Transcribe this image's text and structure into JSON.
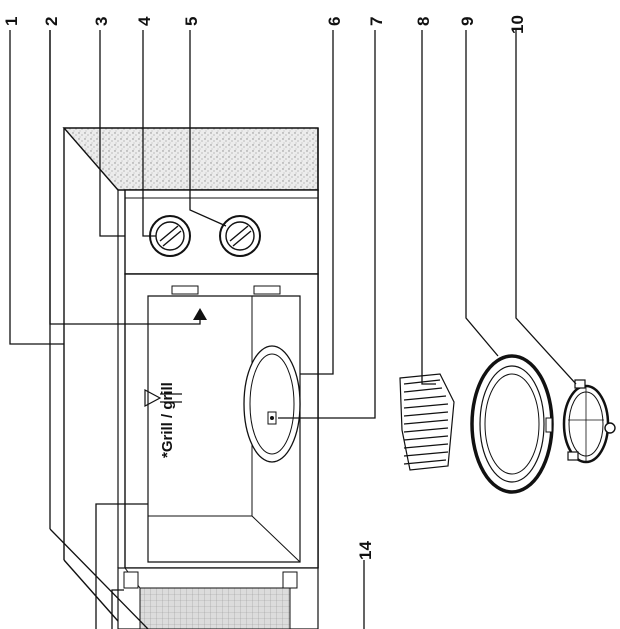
{
  "callouts": [
    {
      "id": "1",
      "label": "1"
    },
    {
      "id": "2",
      "label": "2"
    },
    {
      "id": "3",
      "label": "3"
    },
    {
      "id": "4",
      "label": "4"
    },
    {
      "id": "5",
      "label": "5"
    },
    {
      "id": "6",
      "label": "6"
    },
    {
      "id": "7",
      "label": "7"
    },
    {
      "id": "8",
      "label": "8"
    },
    {
      "id": "9",
      "label": "9"
    },
    {
      "id": "10",
      "label": "10"
    },
    {
      "id": "14",
      "label": "14"
    }
  ],
  "grill_label": "*Grill / grill"
}
